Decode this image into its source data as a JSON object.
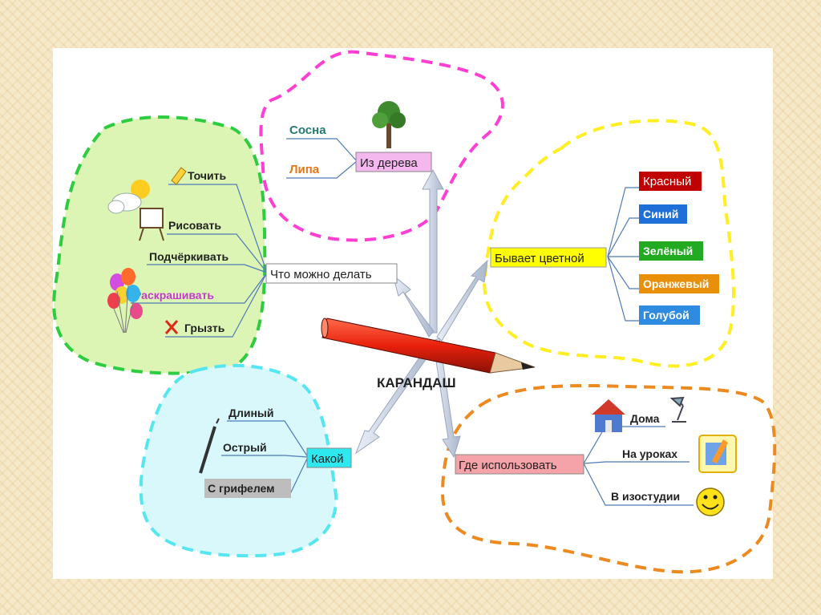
{
  "center": {
    "label": "КАРАНДАШ"
  },
  "hubs": {
    "wood": "Из дерева",
    "actions": "Что можно делать",
    "colored": "Бывает цветной",
    "what": "Какой",
    "where": "Где использовать"
  },
  "wood_items": {
    "pine": "Сосна",
    "linden": "Липа"
  },
  "action_items": {
    "sharpen": "Точить",
    "draw": "Рисовать",
    "underline": "Подчёркивать",
    "color_in": "Раскрашивать",
    "gnaw": "Грызть"
  },
  "color_items": {
    "red": "Красный",
    "blue": "Синий",
    "green": "Зелёный",
    "orange": "Оранжевый",
    "light_blue": "Голубой"
  },
  "what_items": {
    "long": "Длиный",
    "sharp": "Острый",
    "lead": "С грифелем"
  },
  "where_items": {
    "home": "Дома",
    "lessons": "На уроках",
    "studio": "В изостудии"
  },
  "colors": {
    "cloud_wood": "#ff3fd2",
    "cloud_actions": "#2ecc40",
    "cloud_actions_fill": "#dcf5b4",
    "cloud_colors": "#ffee22",
    "cloud_what": "#55e6f0",
    "cloud_what_fill": "#d8f8fb",
    "cloud_where": "#ec8a20"
  }
}
